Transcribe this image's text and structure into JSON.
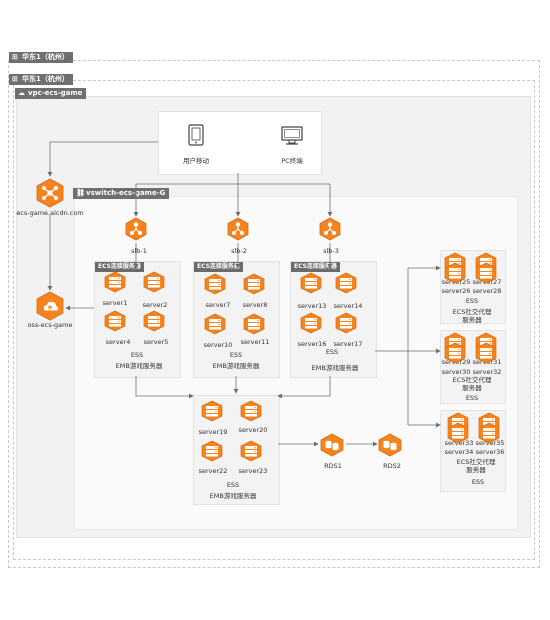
{
  "regions": {
    "outer_label": "华东1（杭州）",
    "inner_label": "华东1（杭州）",
    "vpc_label": "vpc-ecs-game",
    "vswitch_label": "vswitch-ecs-game-G"
  },
  "clients": {
    "mobile_label": "用户移动",
    "pc_label": "PC终端"
  },
  "cdn": {
    "label": "ecs-game.aicdn.com"
  },
  "oss": {
    "label": "oss-ecs-game"
  },
  "slb": [
    "slb-1",
    "slb-2",
    "slb-3"
  ],
  "groups": [
    {
      "tag": "ECS连接服务器",
      "servers": [
        "server1",
        "server2",
        "server4",
        "server5"
      ],
      "ess": "ESS",
      "caption": "EMB游戏服务器"
    },
    {
      "tag": "ECS连接服务器",
      "servers": [
        "server7",
        "server8",
        "server10",
        "server11"
      ],
      "ess": "ESS",
      "caption": "EMB游戏服务器"
    },
    {
      "tag": "ECS连接服务器",
      "servers": [
        "server13",
        "server14",
        "server16",
        "server17"
      ],
      "ess": "ESS",
      "caption": "EMB游戏服务器"
    },
    {
      "servers": [
        "server19",
        "server20",
        "server22",
        "server23"
      ],
      "ess": "ESS",
      "caption": "EMB游戏服务器"
    }
  ],
  "rds": [
    "RDS1",
    "RDS2"
  ],
  "right_groups": [
    {
      "servers": [
        "server25",
        "server27",
        "server26",
        "server28"
      ],
      "ess": "ESS",
      "caption": "ECS社交代理服务器"
    },
    {
      "servers": [
        "server29",
        "server31",
        "server30",
        "server32"
      ],
      "caption": "ECS社交代理服务器",
      "ess": "ESS"
    },
    {
      "servers": [
        "server33",
        "server35",
        "server34",
        "server36"
      ],
      "caption": "ECS社交代理服务器",
      "ess": "ESS"
    }
  ],
  "colors": {
    "orange": "#f5841f",
    "orange_dark": "#d96a0e",
    "line": "#6d6d6d",
    "tag_bg": "#6f6f6f"
  }
}
